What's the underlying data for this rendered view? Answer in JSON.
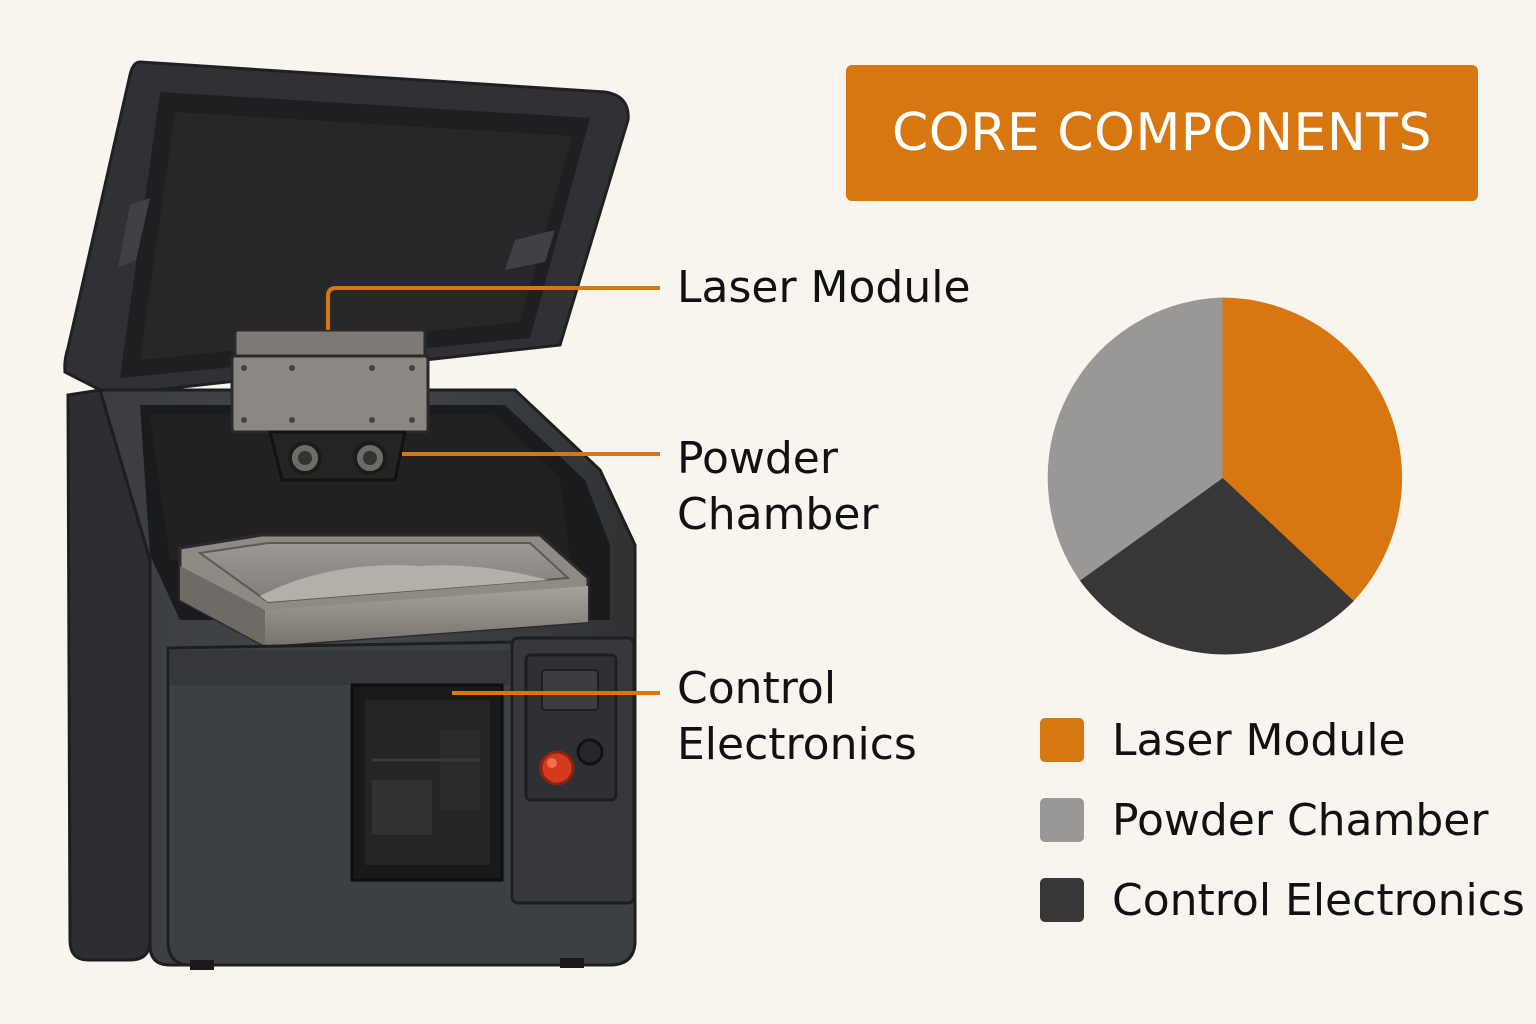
{
  "title": "CORE COMPONENTS",
  "callouts": [
    {
      "line1": "Laser Module",
      "line2": ""
    },
    {
      "line1": "Powder",
      "line2": "Chamber"
    },
    {
      "line1": "Control",
      "line2": "Electronics"
    }
  ],
  "legend": [
    {
      "label": "Laser  Module",
      "color": "#d8760f"
    },
    {
      "label": "Powder Chamber",
      "color": "#999896"
    },
    {
      "label": "Control Electronics",
      "color": "#373737"
    }
  ],
  "colors": {
    "accent": "#d8760f",
    "background": "#f8f4ee",
    "machine_dark": "#3a3c3f",
    "machine_light": "#8d8a86",
    "emergency_button": "#d63a1d"
  }
}
